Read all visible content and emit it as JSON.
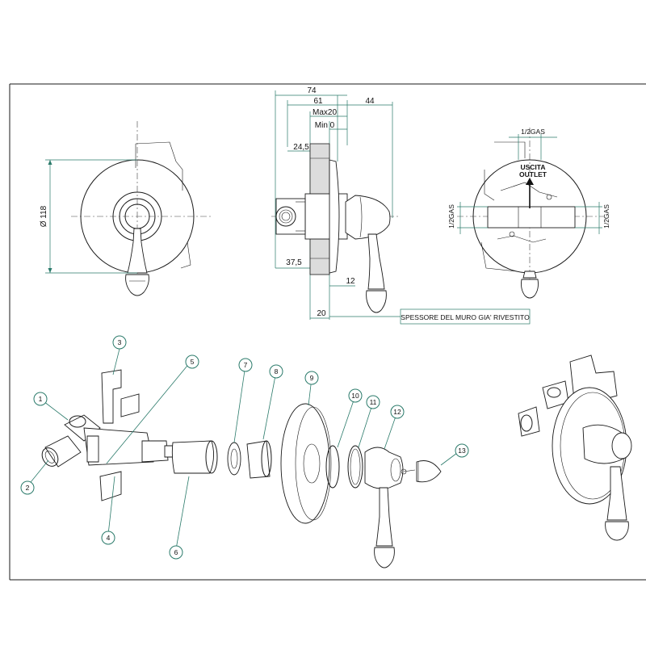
{
  "dimensions": {
    "d74": "74",
    "d61": "61",
    "d44": "44",
    "max20": "Max20",
    "min0": "Min 0",
    "d24_5": "24,5",
    "d37_5": "37,5",
    "d12": "12",
    "d20": "20",
    "dia118": "Ø 118"
  },
  "labels": {
    "gas_top": "1/2GAS",
    "gas_left": "1/2GAS",
    "gas_right": "1/2GAS",
    "uscita": "USCITA",
    "outlet": "OUTLET",
    "wall_note": "SPESSORE DEL MURO GIA' RIVESTITO"
  },
  "callouts": [
    "1",
    "2",
    "3",
    "4",
    "5",
    "6",
    "7",
    "8",
    "9",
    "10",
    "11",
    "12",
    "13"
  ]
}
